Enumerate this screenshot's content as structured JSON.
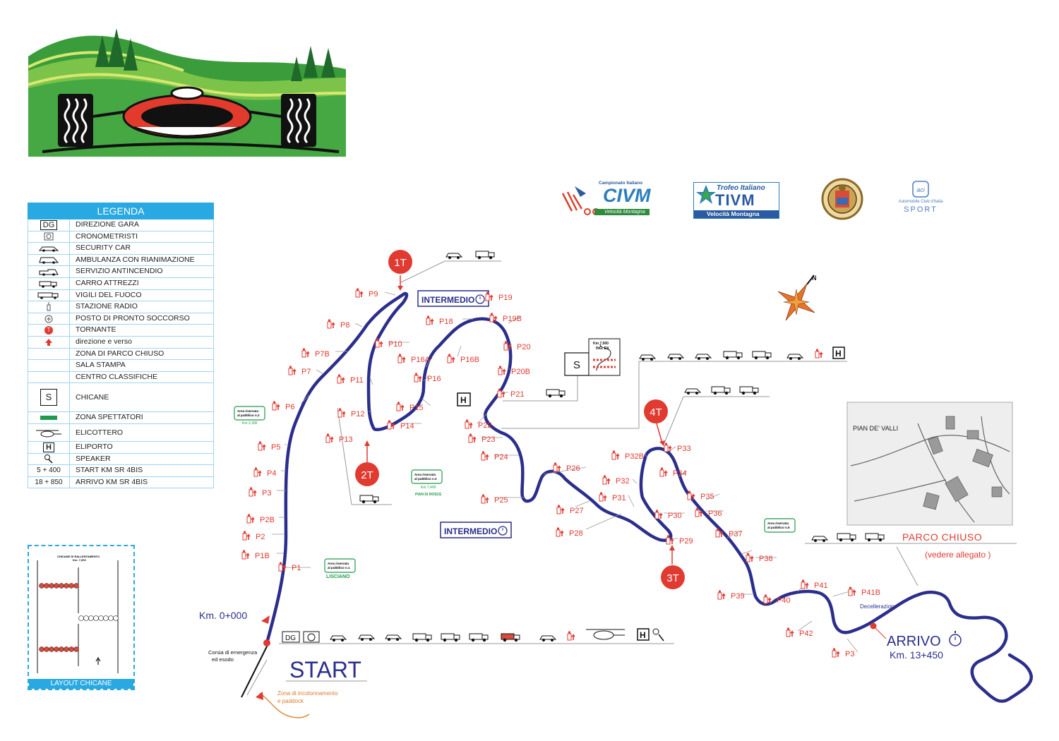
{
  "legend": {
    "title": "LEGENDA",
    "items": [
      {
        "symbol": "DG",
        "label": "DIREZIONE GARA"
      },
      {
        "symbol": "stopwatch-icon",
        "label": "CRONOMETRISTI"
      },
      {
        "symbol": "car-icon",
        "label": "SECURITY CAR"
      },
      {
        "symbol": "ambulance-icon",
        "label": "AMBULANZA CON RIANIMAZIONE"
      },
      {
        "symbol": "pickup-icon",
        "label": "SERVIZIO ANTINCENDIO"
      },
      {
        "symbol": "tow-truck-icon",
        "label": "CARRO ATTREZZI"
      },
      {
        "symbol": "fire-truck-icon",
        "label": "VIGILI DEL FUOCO"
      },
      {
        "symbol": "radio-icon",
        "label": "STAZIONE RADIO"
      },
      {
        "symbol": "first-aid-icon",
        "label": "POSTO DI PRONTO SOCCORSO"
      },
      {
        "symbol": "T",
        "label": "TORNANTE"
      },
      {
        "symbol": "arrow-up-icon",
        "label": "direzione e verso"
      },
      {
        "symbol": "",
        "label": "ZONA DI PARCO CHIUSO"
      },
      {
        "symbol": "",
        "label": "SALA STAMPA"
      },
      {
        "symbol": "",
        "label": "CENTRO CLASSIFICHE"
      },
      {
        "symbol": "S",
        "label": "CHICANE"
      },
      {
        "symbol": "green-bar-icon",
        "label": "ZONA SPETTATORI"
      },
      {
        "symbol": "helicopter-icon",
        "label": "ELICOTTERO"
      },
      {
        "symbol": "H",
        "label": "ELIPORTO"
      },
      {
        "symbol": "speaker-icon",
        "label": "SPEAKER"
      },
      {
        "symbol": "5 + 400",
        "label": "START KM SR 4BIS"
      },
      {
        "symbol": "18 + 850",
        "label": "ARRIVO KM SR 4BIS"
      }
    ]
  },
  "chicane_layout": {
    "title": "LAYOUT CHICANE",
    "inner_title": "CHICANE DI RALLENTAMENTO",
    "inner_km": "Km. 7,000"
  },
  "sponsors": {
    "civm_title": "Campionato Italiano",
    "civm_name": "CIVM",
    "civm_sub": "Velocità Montagna",
    "tivm_title": "Trofeo Italiano",
    "tivm_name": "TIVM",
    "tivm_sub": "Velocità Montagna",
    "aci_line1": "Automobile Club d'Italia",
    "aci_line2": "SPORT"
  },
  "map": {
    "start_label": "START",
    "start_km": "Km. 0+000",
    "finish_label": "ARRIVO",
    "finish_km": "Km. 13+450",
    "decel": "Decellerazione",
    "emergency": [
      "Corsia di emergenza",
      "ed esodo"
    ],
    "queue": [
      "Zona di incolonnamento",
      "e paddock"
    ],
    "parco_title": "PARCO CHIUSO",
    "parco_note": "(vedere allegato )",
    "parco_place": "PIAN DE' VALLI",
    "intermedio": "INTERMEDIO",
    "chicane_box": {
      "letter": "S",
      "km": "Km 7,000",
      "note": "ING. DX"
    },
    "dg": "DG",
    "heliport": "H",
    "hairpins": [
      "1T",
      "2T",
      "3T",
      "4T"
    ],
    "spectator_areas": [
      {
        "lines": [
          "Area riservata",
          "al pubblico n.1"
        ],
        "place": "LISCIANO"
      },
      {
        "lines": [
          "Area riservata",
          "al pubblico n.2"
        ],
        "place": "Km 2,300"
      },
      {
        "lines": [
          "Area riservata",
          "al pubblico n.3"
        ],
        "place": "Km 7,400"
      },
      {
        "lines": [
          "Area riservata",
          "al pubblico n.5"
        ],
        "place": ""
      }
    ],
    "spectator_area3_place2": "PIAN DI ROSCE",
    "posts": [
      "P1",
      "P1B",
      "P2",
      "P2B",
      "P3",
      "P4",
      "P5",
      "P6",
      "P7",
      "P7B",
      "P8",
      "P9",
      "P10",
      "P11",
      "P12",
      "P13",
      "P14",
      "P15",
      "P16",
      "P16A",
      "P16B",
      "P18",
      "P19",
      "P19B",
      "P20",
      "P20B",
      "P21",
      "P22",
      "P23",
      "P24",
      "P25",
      "P26",
      "P27",
      "P28",
      "P29",
      "P30",
      "P31",
      "P32",
      "P32B",
      "P33",
      "P34",
      "P35",
      "P36",
      "P37",
      "P38",
      "P39",
      "P40",
      "P41",
      "P41B",
      "P42",
      "P3"
    ],
    "compass_north": "N"
  },
  "colors": {
    "track": "#2b2e8c",
    "post": "#e03a31",
    "legend_head": "#29a9e1",
    "spectator": "#1f9a4a"
  }
}
